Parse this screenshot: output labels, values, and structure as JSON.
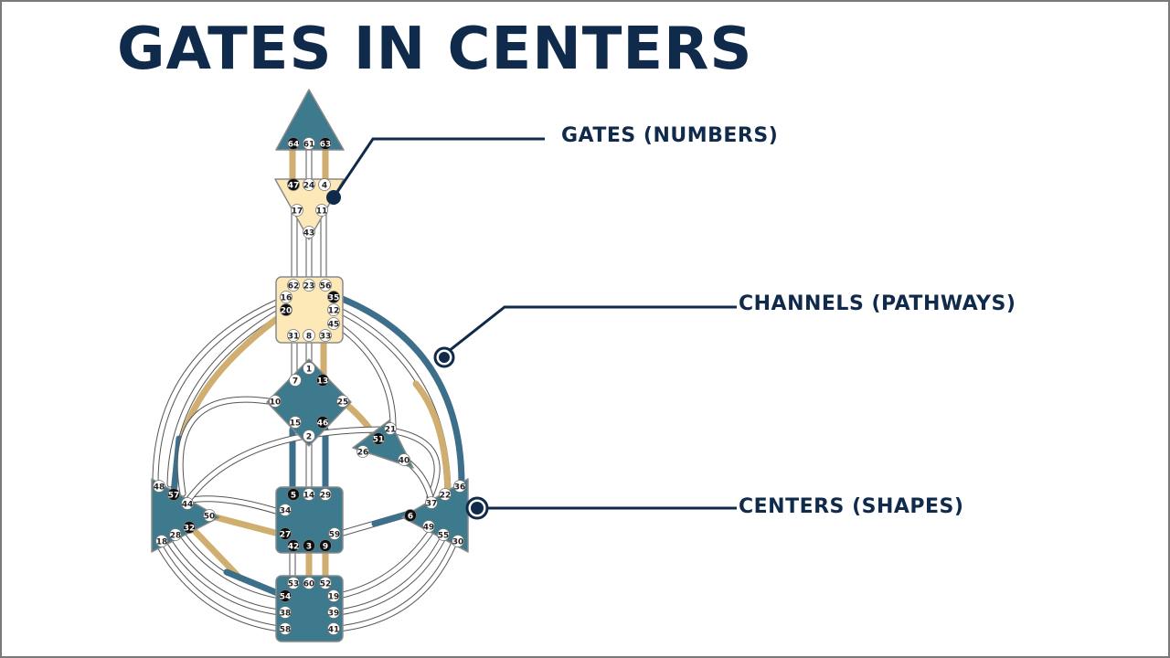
{
  "title": "GATES IN CENTERS",
  "callouts": {
    "gates": "GATES (NUMBERS)",
    "channels": "CHANNELS (PATHWAYS)",
    "centers": "CENTERS (SHAPES)"
  },
  "colors": {
    "title": "#0f2a4a",
    "center_defined": "#3d7a8e",
    "center_open": "#fde9b8",
    "channel_tan": "#cfae6f",
    "channel_blue": "#3d6f8a",
    "gate_dark": "#0e0e0e"
  },
  "centers": [
    {
      "id": "head",
      "gates": [
        "64",
        "61",
        "63"
      ],
      "active": [
        "64",
        "63"
      ]
    },
    {
      "id": "ajna",
      "gates": [
        "47",
        "24",
        "4",
        "17",
        "11",
        "43"
      ],
      "active": [
        "47"
      ]
    },
    {
      "id": "throat",
      "gates": [
        "62",
        "23",
        "56",
        "16",
        "35",
        "20",
        "12",
        "45",
        "31",
        "8",
        "33"
      ],
      "active": [
        "35",
        "20"
      ]
    },
    {
      "id": "g",
      "gates": [
        "1",
        "7",
        "13",
        "10",
        "25",
        "15",
        "46",
        "2"
      ],
      "active": [
        "13",
        "46"
      ]
    },
    {
      "id": "heart",
      "gates": [
        "21",
        "51",
        "26",
        "40"
      ],
      "active": [
        "51"
      ]
    },
    {
      "id": "spleen",
      "gates": [
        "48",
        "57",
        "44",
        "50",
        "32",
        "28",
        "18"
      ],
      "active": [
        "57",
        "32"
      ]
    },
    {
      "id": "sacral",
      "gates": [
        "5",
        "14",
        "29",
        "34",
        "27",
        "59",
        "42",
        "3",
        "9"
      ],
      "active": [
        "5",
        "27",
        "42",
        "3",
        "9"
      ]
    },
    {
      "id": "solar-plexus",
      "gates": [
        "36",
        "22",
        "37",
        "6",
        "49",
        "55",
        "30"
      ],
      "active": [
        "6"
      ]
    },
    {
      "id": "root",
      "gates": [
        "53",
        "60",
        "52",
        "54",
        "19",
        "38",
        "39",
        "58",
        "41"
      ],
      "active": [
        "54"
      ]
    }
  ]
}
